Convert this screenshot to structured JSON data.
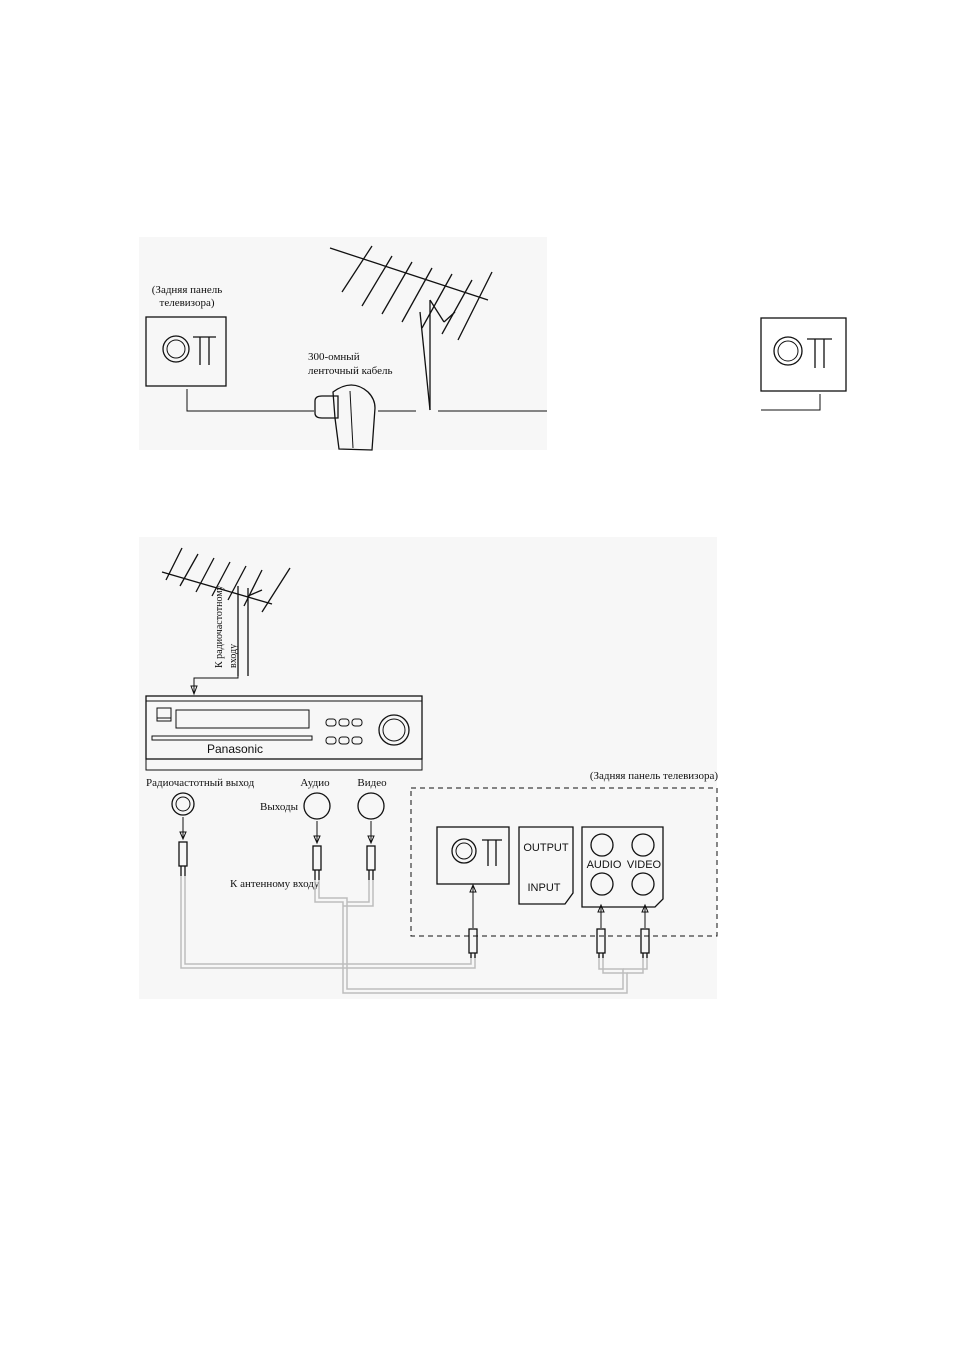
{
  "top_diagram": {
    "tv_left_label_line1": "(Задняя панель",
    "tv_left_label_line2": "телевизора)",
    "cable_label_line1": "300-омный",
    "cable_label_line2": "ленточный кабель"
  },
  "bottom_diagram": {
    "antenna_label_line1": "К радиочастотному",
    "antenna_label_line2": "входу",
    "vcr_brand": "Panasonic",
    "rf_out_label": "Радиочастотный выход",
    "audio_label": "Аудио",
    "video_label": "Видео",
    "outputs_label": "Выходы",
    "antenna_input_label": "К антенному входу",
    "tv_rear_label": "(Задняя панель телевизора)",
    "output_label": "OUTPUT",
    "input_label": "INPUT",
    "audio_jack_label": "AUDIO",
    "video_jack_label": "VIDEO"
  }
}
